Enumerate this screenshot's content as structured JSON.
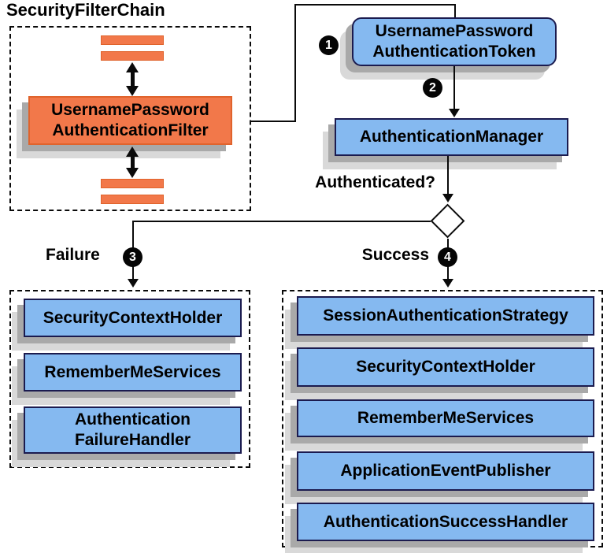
{
  "colors": {
    "orange_fill": "#f2784a",
    "orange_border": "#e0632c",
    "blue_fill": "#85b9f0",
    "blue_border": "#1b1b4f",
    "shadow_dark": "#a9a9a9",
    "shadow_light": "#d9d9d9",
    "line": "#0a0a0a",
    "badge_bg": "#050505",
    "badge_text": "#ffffff"
  },
  "filter_chain": {
    "title": "SecurityFilterChain",
    "filter": {
      "line1": "UsernamePassword",
      "line2": "AuthenticationFilter"
    }
  },
  "token": {
    "line1": "UsernamePassword",
    "line2": "AuthenticationToken",
    "badge": "1"
  },
  "manager": {
    "label": "AuthenticationManager",
    "badge": "2"
  },
  "decision": {
    "question": "Authenticated?"
  },
  "failure": {
    "label": "Failure",
    "badge": "3",
    "items": [
      {
        "line1": "SecurityContextHolder",
        "line2": ""
      },
      {
        "line1": "RememberMeServices",
        "line2": ""
      },
      {
        "line1": "Authentication",
        "line2": "FailureHandler"
      }
    ]
  },
  "success": {
    "label": "Success",
    "badge": "4",
    "items": [
      {
        "label": "SessionAuthenticationStrategy"
      },
      {
        "label": "SecurityContextHolder"
      },
      {
        "label": "RememberMeServices"
      },
      {
        "label": "ApplicationEventPublisher"
      },
      {
        "label": "AuthenticationSuccessHandler"
      }
    ]
  }
}
